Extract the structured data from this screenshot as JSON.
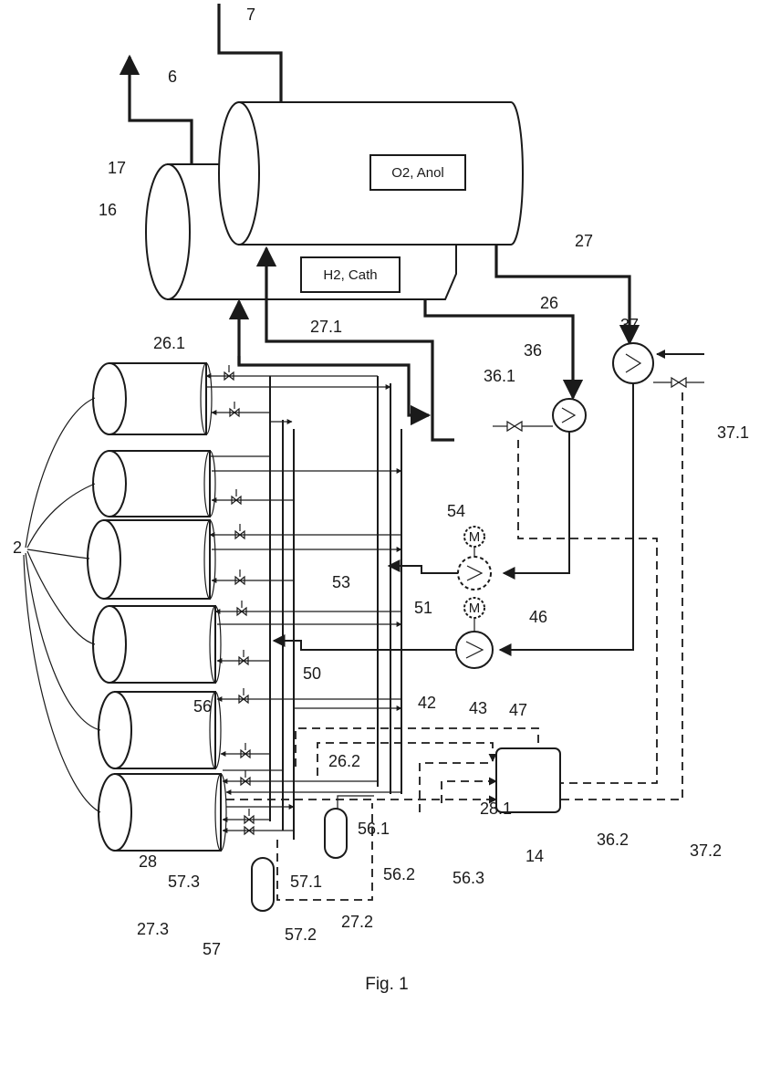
{
  "boxes": {
    "anode": "O2, Anol",
    "cathode": "H2, Cath"
  },
  "motor_symbol": "M",
  "labels": [
    {
      "id": "l7",
      "text": "7"
    },
    {
      "id": "l6",
      "text": "6"
    },
    {
      "id": "l17",
      "text": "17"
    },
    {
      "id": "l16",
      "text": "16"
    },
    {
      "id": "l27",
      "text": "27"
    },
    {
      "id": "l26",
      "text": "26"
    },
    {
      "id": "l271",
      "text": "27.1"
    },
    {
      "id": "l261",
      "text": "26.1"
    },
    {
      "id": "l37",
      "text": "37"
    },
    {
      "id": "l36",
      "text": "36"
    },
    {
      "id": "l361",
      "text": "36.1"
    },
    {
      "id": "l371",
      "text": "37.1"
    },
    {
      "id": "l2",
      "text": "2"
    },
    {
      "id": "l54",
      "text": "54"
    },
    {
      "id": "l53",
      "text": "53"
    },
    {
      "id": "l51",
      "text": "51"
    },
    {
      "id": "l46",
      "text": "46"
    },
    {
      "id": "l50",
      "text": "50"
    },
    {
      "id": "l47",
      "text": "47"
    },
    {
      "id": "l56",
      "text": "56"
    },
    {
      "id": "l42",
      "text": "42"
    },
    {
      "id": "l43",
      "text": "43"
    },
    {
      "id": "l262",
      "text": "26.2"
    },
    {
      "id": "l561",
      "text": "56.1"
    },
    {
      "id": "l281",
      "text": "28.1"
    },
    {
      "id": "l14",
      "text": "14"
    },
    {
      "id": "l362",
      "text": "36.2"
    },
    {
      "id": "l372",
      "text": "37.2"
    },
    {
      "id": "l28",
      "text": "28"
    },
    {
      "id": "l573",
      "text": "57.3"
    },
    {
      "id": "l571",
      "text": "57.1"
    },
    {
      "id": "l562",
      "text": "56.2"
    },
    {
      "id": "l563",
      "text": "56.3"
    },
    {
      "id": "l273",
      "text": "27.3"
    },
    {
      "id": "l272",
      "text": "27.2"
    },
    {
      "id": "l57",
      "text": "57"
    },
    {
      "id": "l572",
      "text": "57.2"
    }
  ],
  "caption": "Fig. 1"
}
